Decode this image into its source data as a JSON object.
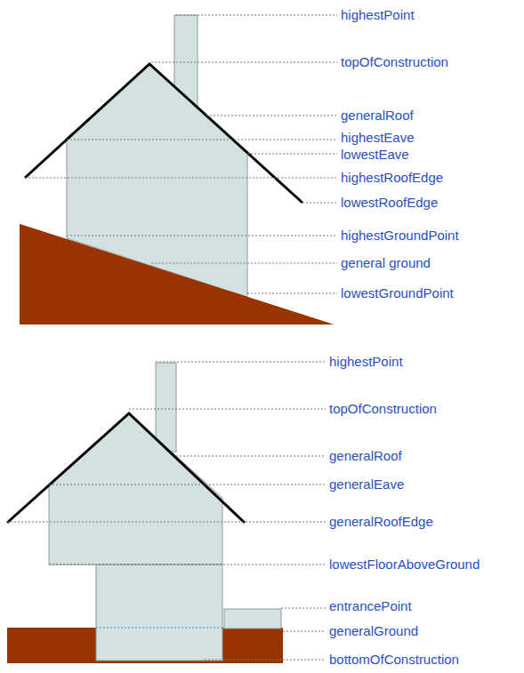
{
  "diagram": {
    "labels": [
      "highestPoint",
      "topOfConstruction",
      "generalRoof",
      "highestEave",
      "lowestEave",
      "highestRoofEdge",
      "lowestRoofEdge",
      "highestGroundPoint",
      "general ground",
      "lowestGroundPoint",
      "highestPoint",
      "topOfConstruction",
      "generalRoof",
      "generalEave",
      "generalRoofEdge",
      "lowestFloorAboveGround",
      "entrancePoint",
      "generalGround",
      "bottomOfConstruction"
    ]
  }
}
